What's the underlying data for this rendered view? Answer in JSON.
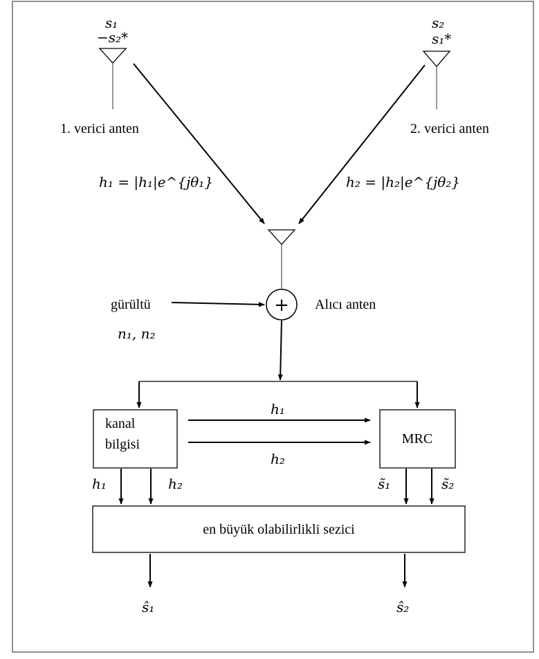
{
  "tx1": {
    "top_symbol": "s₁",
    "bottom_symbol": "−s₂*",
    "label": "1. verici anten"
  },
  "tx2": {
    "top_symbol": "s₂",
    "bottom_symbol": "s₁*",
    "label": "2. verici anten"
  },
  "channel1": "h₁ = |h₁|e^{jθ₁}",
  "channel2": "h₂ = |h₂|e^{jθ₂}",
  "receiver_label": "Alıcı anten",
  "adder_symbol": "+",
  "noise": {
    "label": "gürültü",
    "symbols": "n₁, n₂"
  },
  "channel_box": {
    "line1": "kanal",
    "line2": "bilgisi"
  },
  "mrc_box": {
    "label": "MRC"
  },
  "arrow_h1": "h₁",
  "arrow_h2": "h₂",
  "detector_inputs": {
    "h1": "h₁",
    "h2": "h₂",
    "s1_tilde": "s̃₁",
    "s2_tilde": "s̃₂"
  },
  "detector": {
    "label": "en büyük olabilirlikli sezici"
  },
  "outputs": {
    "s1_hat": "ŝ₁",
    "s2_hat": "ŝ₂"
  }
}
